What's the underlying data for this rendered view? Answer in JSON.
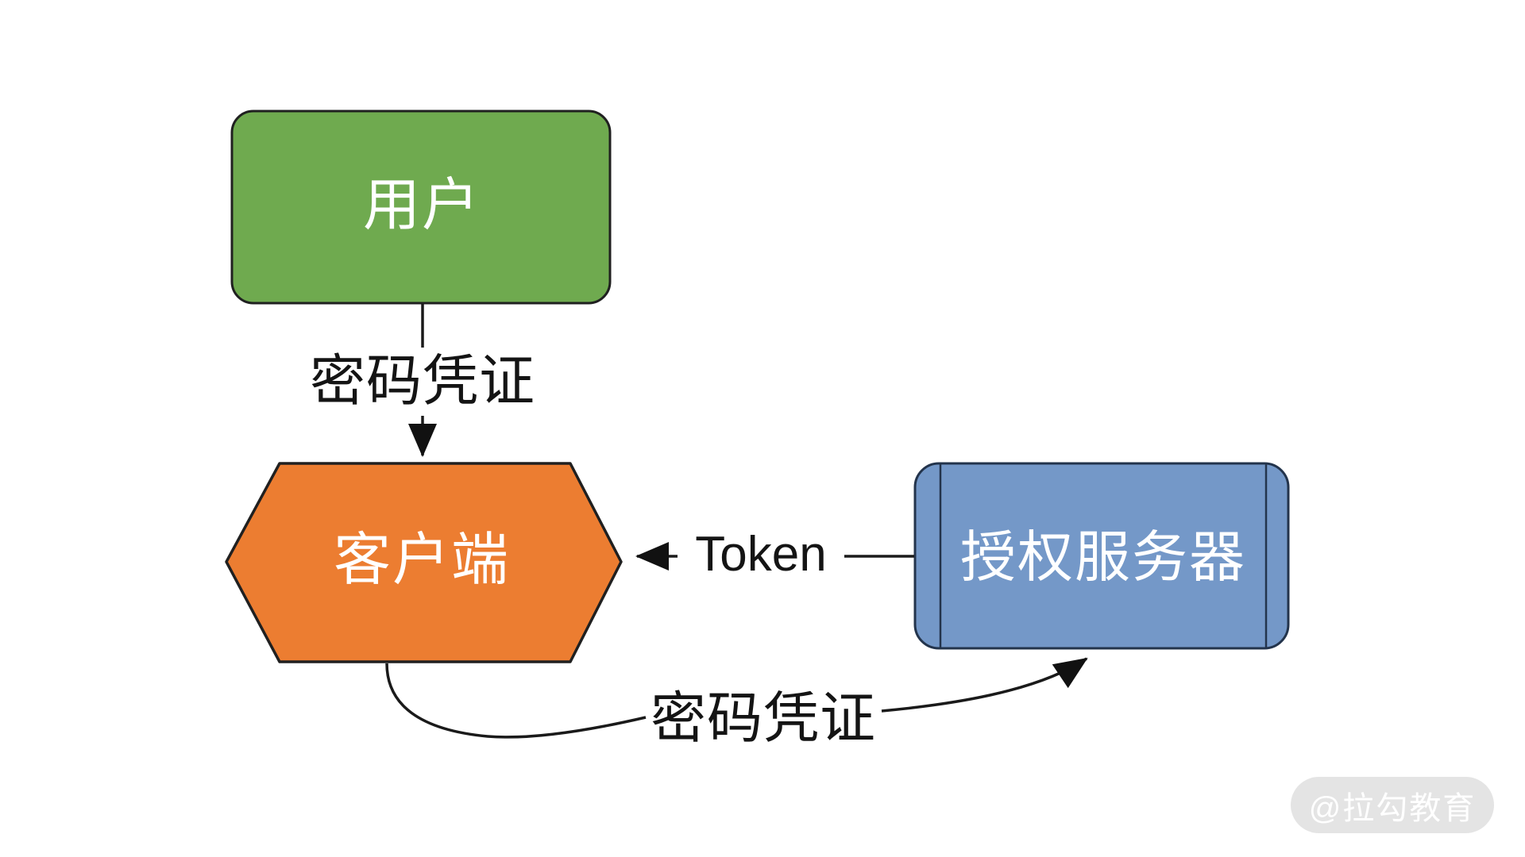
{
  "canvas": {
    "background": "#ffffff",
    "description": "OAuth password-credential flow diagram"
  },
  "diagram": {
    "nodes": [
      {
        "id": "user",
        "label": "用户",
        "shape": "rounded-rectangle",
        "fill": "#6FAA4F",
        "border": "#202020",
        "text_color": "#ffffff"
      },
      {
        "id": "client",
        "label": "客户端",
        "shape": "hexagon",
        "fill": "#EC7D31",
        "border": "#202020",
        "text_color": "#ffffff"
      },
      {
        "id": "auth-server",
        "label": "授权服务器",
        "shape": "predefined-process",
        "fill": "#7498C8",
        "border": "#23344C",
        "text_color": "#ffffff"
      }
    ],
    "edges": [
      {
        "id": "user-to-client",
        "label": "密码凭证",
        "from": "user",
        "to": "client",
        "style": "straight-down-arrow",
        "line_color": "#1a1a1a"
      },
      {
        "id": "server-to-client",
        "label": "Token",
        "from": "auth-server",
        "to": "client",
        "style": "straight-left-arrow",
        "line_color": "#1a1a1a"
      },
      {
        "id": "client-to-server",
        "label": "密码凭证",
        "from": "client",
        "to": "auth-server",
        "style": "curved-up-right-arrow",
        "line_color": "#1a1a1a"
      }
    ]
  },
  "watermark": {
    "text": "@拉勾教育",
    "background": "#E4E4E4",
    "text_color": "#ffffff"
  }
}
